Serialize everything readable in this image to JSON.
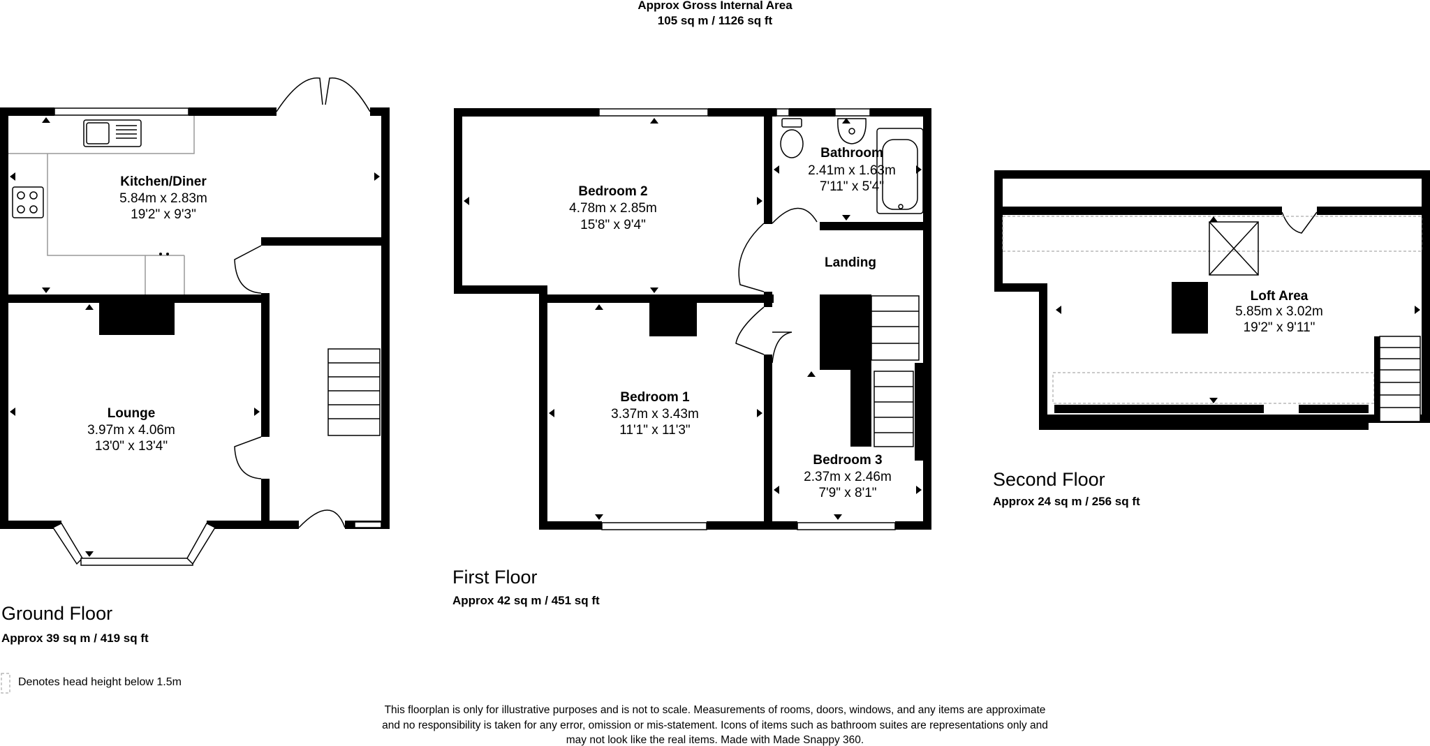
{
  "header": {
    "title": "Approx Gross Internal Area",
    "area": "105 sq m / 1126 sq ft"
  },
  "floors": {
    "ground": {
      "name": "Ground Floor",
      "area": "Approx 39 sq m / 419 sq ft",
      "rooms": {
        "kitchen": {
          "name": "Kitchen/Diner",
          "metric": "5.84m x 2.83m",
          "imperial": "19'2\" x 9'3\""
        },
        "lounge": {
          "name": "Lounge",
          "metric": "3.97m x 4.06m",
          "imperial": "13'0\" x 13'4\""
        }
      }
    },
    "first": {
      "name": "First Floor",
      "area": "Approx 42 sq m / 451 sq ft",
      "rooms": {
        "bedroom2": {
          "name": "Bedroom 2",
          "metric": "4.78m x 2.85m",
          "imperial": "15'8\" x 9'4\""
        },
        "bathroom": {
          "name": "Bathroom",
          "metric": "2.41m x 1.63m",
          "imperial": "7'11\" x 5'4\""
        },
        "landing": {
          "name": "Landing"
        },
        "bedroom1": {
          "name": "Bedroom 1",
          "metric": "3.37m x 3.43m",
          "imperial": "11'1\" x 11'3\""
        },
        "bedroom3": {
          "name": "Bedroom 3",
          "metric": "2.37m x 2.46m",
          "imperial": "7'9\" x 8'1\""
        }
      }
    },
    "second": {
      "name": "Second Floor",
      "area": "Approx 24 sq m / 256 sq ft",
      "rooms": {
        "loft": {
          "name": "Loft Area",
          "metric": "5.85m x 3.02m",
          "imperial": "19'2\" x 9'11\""
        }
      }
    }
  },
  "legend": {
    "head_height": "Denotes head height below 1.5m"
  },
  "disclaimer": {
    "line1": "This floorplan is only for illustrative purposes and is not to scale. Measurements of rooms, doors, windows, and any items are approximate",
    "line2": "and no responsibility is taken for any error, omission or mis-statement. Icons of items such as bathroom suites are representations only and",
    "line3": "may not look like the real items. Made with Made Snappy 360."
  }
}
